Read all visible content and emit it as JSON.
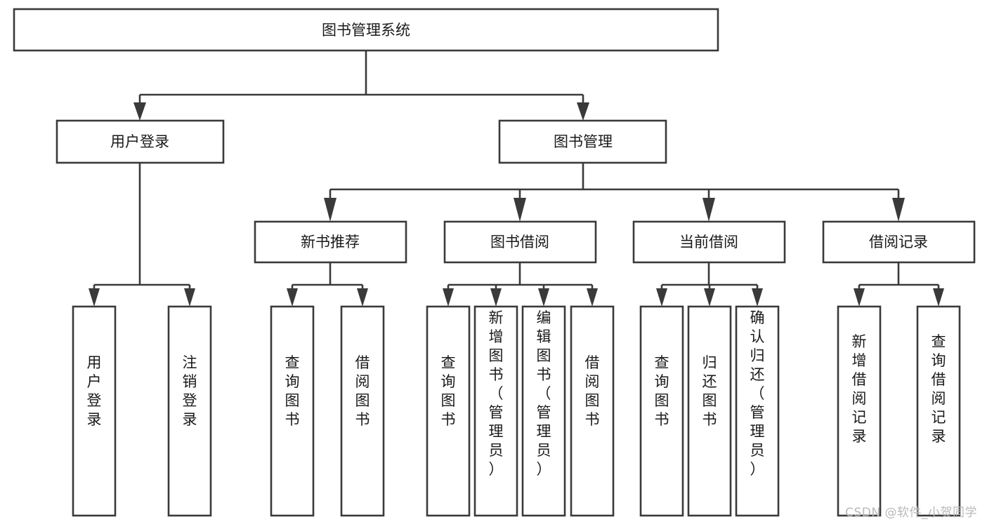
{
  "diagram": {
    "type": "tree",
    "title": "图书管理系统",
    "root": {
      "id": "root",
      "label": "图书管理系统",
      "orientation": "horizontal"
    },
    "level2": [
      {
        "id": "user-login",
        "label": "用户登录",
        "orientation": "horizontal"
      },
      {
        "id": "book-manage",
        "label": "图书管理",
        "orientation": "horizontal"
      }
    ],
    "level3": [
      {
        "id": "new-book-recommend",
        "label": "新书推荐",
        "parent": "book-manage",
        "orientation": "horizontal"
      },
      {
        "id": "book-borrow",
        "label": "图书借阅",
        "parent": "book-manage",
        "orientation": "horizontal"
      },
      {
        "id": "current-borrow",
        "label": "当前借阅",
        "parent": "book-manage",
        "orientation": "horizontal"
      },
      {
        "id": "borrow-record",
        "label": "借阅记录",
        "parent": "book-manage",
        "orientation": "horizontal"
      }
    ],
    "leaves": [
      {
        "id": "leaf-user-login",
        "label": "用户登录",
        "parent": "user-login",
        "orientation": "vertical"
      },
      {
        "id": "leaf-user-logout",
        "label": "注销登录",
        "parent": "user-login",
        "orientation": "vertical"
      },
      {
        "id": "leaf-query-book-1",
        "label": "查询图书",
        "parent": "new-book-recommend",
        "orientation": "vertical"
      },
      {
        "id": "leaf-borrow-book-1",
        "label": "借阅图书",
        "parent": "new-book-recommend",
        "orientation": "vertical"
      },
      {
        "id": "leaf-query-book-2",
        "label": "查询图书",
        "parent": "book-borrow",
        "orientation": "vertical"
      },
      {
        "id": "leaf-add-book",
        "label": "新增图书（管理员）",
        "parent": "book-borrow",
        "orientation": "vertical"
      },
      {
        "id": "leaf-edit-book",
        "label": "编辑图书（管理员）",
        "parent": "book-borrow",
        "orientation": "vertical"
      },
      {
        "id": "leaf-borrow-book-2",
        "label": "借阅图书",
        "parent": "book-borrow",
        "orientation": "vertical"
      },
      {
        "id": "leaf-query-book-3",
        "label": "查询图书",
        "parent": "current-borrow",
        "orientation": "vertical"
      },
      {
        "id": "leaf-return-book",
        "label": "归还图书",
        "parent": "current-borrow",
        "orientation": "vertical"
      },
      {
        "id": "leaf-confirm-return",
        "label": "确认归还（管理员）",
        "parent": "current-borrow",
        "orientation": "vertical"
      },
      {
        "id": "leaf-add-record",
        "label": "新增借阅记录",
        "parent": "borrow-record",
        "orientation": "vertical"
      },
      {
        "id": "leaf-query-record",
        "label": "查询借阅记录",
        "parent": "borrow-record",
        "orientation": "vertical"
      }
    ],
    "colors": {
      "box_fill": "#ffffff",
      "box_stroke": "#3a3a3a",
      "connector": "#3a3a3a",
      "text": "#1a1a1a",
      "watermark": "#b9b9b9",
      "background": "#ffffff"
    }
  },
  "watermark": {
    "text": "CSDN @软件_小贺同学"
  }
}
